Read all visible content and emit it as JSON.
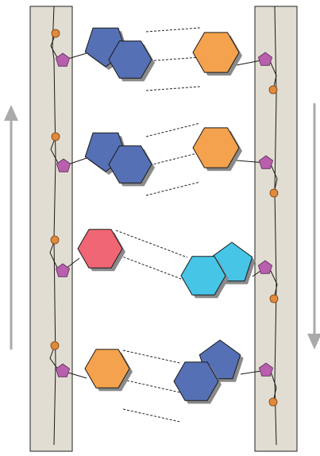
{
  "diagram": {
    "colors": {
      "background": "#ffffff",
      "strand_fill": "#e1ddd2",
      "strand_stroke": "#222222",
      "backbone_line": "#1a1a1a",
      "phosphate": "#e08a3c",
      "sugar": "#b85fae",
      "arrow": "#aaaaaa",
      "shadow": "#8a8a8a",
      "bond": "#222222"
    },
    "direction_arrows": [
      {
        "side": "left",
        "points": "up"
      },
      {
        "side": "right",
        "points": "down"
      }
    ],
    "base_pairs": [
      {
        "left_base": {
          "shape": "purine",
          "color": "#5570b4"
        },
        "right_base": {
          "shape": "pyrimidine",
          "color": "#f4a24d"
        },
        "hydrogen_bonds": 3
      },
      {
        "left_base": {
          "shape": "purine",
          "color": "#5570b4"
        },
        "right_base": {
          "shape": "pyrimidine",
          "color": "#f4a24d"
        },
        "hydrogen_bonds": 3
      },
      {
        "left_base": {
          "shape": "pyrimidine",
          "color": "#f06674"
        },
        "right_base": {
          "shape": "purine",
          "color": "#46c5e6"
        },
        "hydrogen_bonds": 2
      },
      {
        "left_base": {
          "shape": "pyrimidine",
          "color": "#f4a24d"
        },
        "right_base": {
          "shape": "purine",
          "color": "#5570b4"
        },
        "hydrogen_bonds": 3
      }
    ]
  }
}
